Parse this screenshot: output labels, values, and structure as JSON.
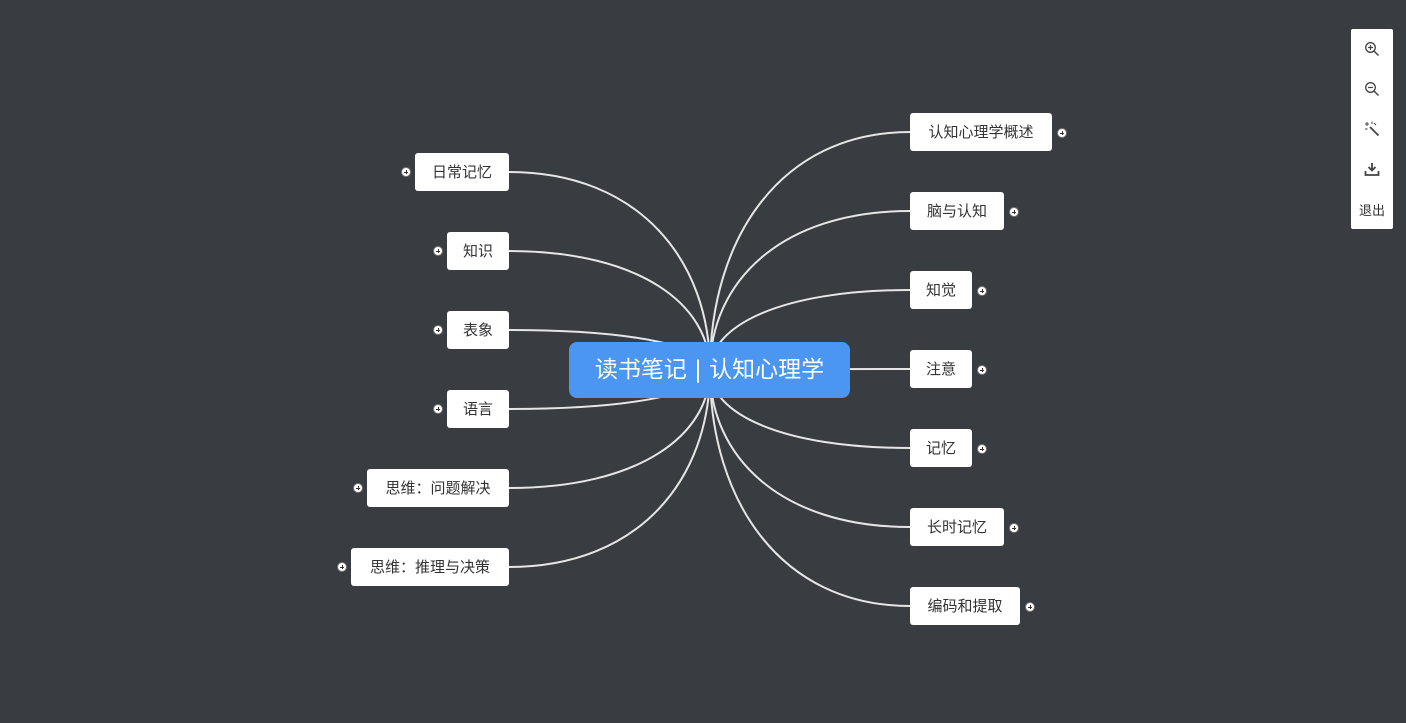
{
  "root": {
    "label": "读书笔记 | 认知心理学",
    "color": "#4a96f0"
  },
  "left_nodes": [
    {
      "label": "日常记忆"
    },
    {
      "label": "知识"
    },
    {
      "label": "表象"
    },
    {
      "label": "语言"
    },
    {
      "label": "思维：问题解决"
    },
    {
      "label": "思维：推理与决策"
    }
  ],
  "right_nodes": [
    {
      "label": "认知心理学概述"
    },
    {
      "label": "脑与认知"
    },
    {
      "label": "知觉"
    },
    {
      "label": "注意"
    },
    {
      "label": "记忆"
    },
    {
      "label": "长时记忆"
    },
    {
      "label": "编码和提取"
    }
  ],
  "toolbar": {
    "zoom_in_icon": "zoom-in-icon",
    "zoom_out_icon": "zoom-out-icon",
    "magic_icon": "magic-wand-icon",
    "download_icon": "download-icon",
    "exit_label": "退出"
  },
  "colors": {
    "background": "#393c41",
    "edge": "#e6e6e6",
    "node": "#ffffff"
  }
}
